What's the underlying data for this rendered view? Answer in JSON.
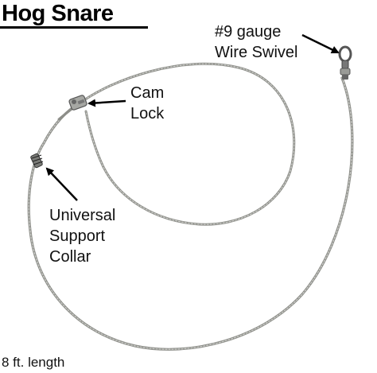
{
  "title": "Hog Snare",
  "callouts": {
    "swivel": [
      "#9 gauge",
      "Wire Swivel"
    ],
    "cam_lock": [
      "Cam",
      "Lock"
    ],
    "collar": [
      "Universal",
      "Support",
      "Collar"
    ]
  },
  "length_note": "8 ft. length",
  "colors": {
    "cable": "#a9aaa6",
    "cable_dark": "#6f706b",
    "text": "#111111",
    "background": "#ffffff"
  }
}
